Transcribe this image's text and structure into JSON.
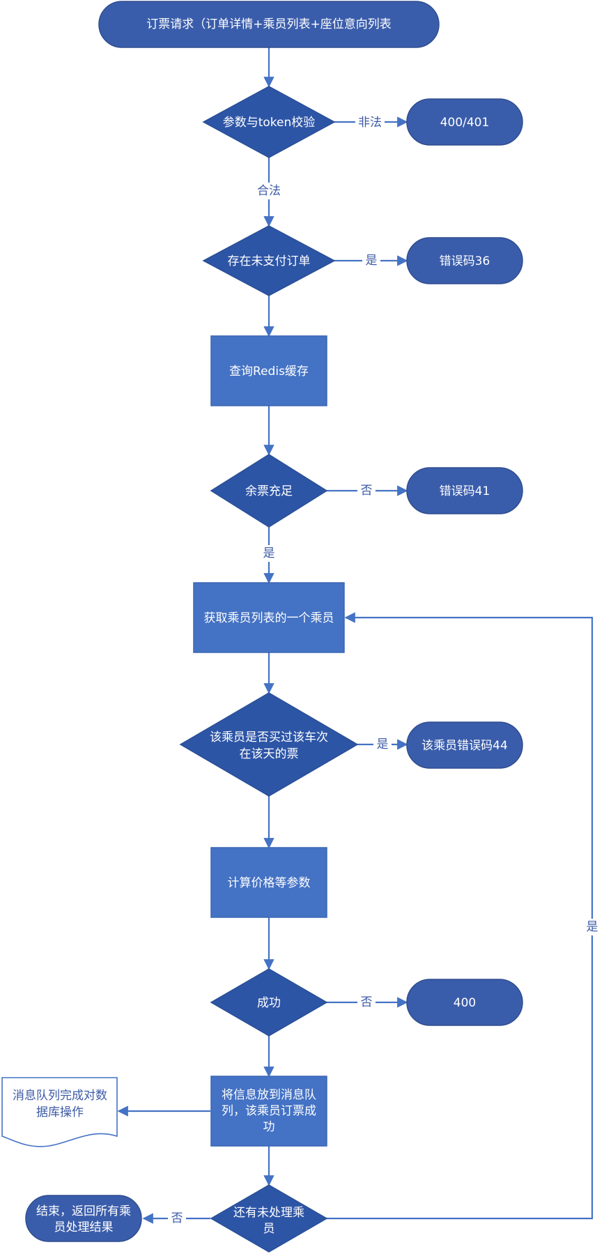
{
  "colors": {
    "terminator": "#3a5dab",
    "decision": "#2d55a6",
    "process": "#4472c4",
    "line": "#4472c4",
    "label": "#3c5aa6"
  },
  "nodes": {
    "start": "订票请求（订单详情+乘员列表+座位意向列表",
    "param_check": "参数与token校验",
    "err_400_401": "400/401",
    "unpaid_check": "存在未支付订单",
    "err_36": "错误码36",
    "query_redis": "查询Redis缓存",
    "ticket_check": "余票充足",
    "err_41": "错误码41",
    "get_passenger": "获取乘员列表的一个乘员",
    "bought_check_line1": "该乘员是否买过该车次",
    "bought_check_line2": "在该天的票",
    "err_44": "该乘员错误码44",
    "calc_price": "计算价格等参数",
    "success_check": "成功",
    "err_400": "400",
    "mq_line1": "将信息放到消息队",
    "mq_line2": "列，该乘员订票成",
    "mq_line3": "功",
    "mq_doc_line1": "消息队列完成对数",
    "mq_doc_line2": "据库操作",
    "remaining_check_line1": "还有未处理乘",
    "remaining_check_line2": "员",
    "end_line1": "结束，返回所有乘",
    "end_line2": "员处理结果"
  },
  "edge_labels": {
    "illegal": "非法",
    "legal": "合法",
    "yes_unpaid": "是",
    "no_tickets": "否",
    "yes_tickets": "是",
    "yes_bought": "是",
    "no_success": "否",
    "no_remaining": "否",
    "yes_loop": "是"
  }
}
